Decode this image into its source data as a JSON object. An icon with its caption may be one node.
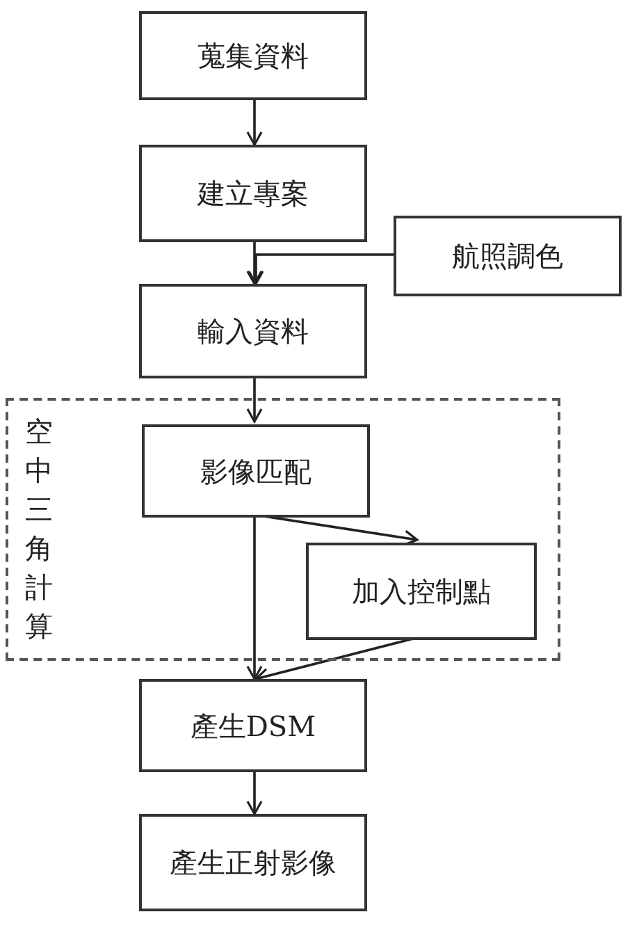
{
  "diagram": {
    "nodes": [
      {
        "text": [
          "蒐集資料"
        ]
      },
      {
        "text": [
          "建立專案"
        ]
      },
      {
        "text": [
          "航照調色"
        ]
      },
      {
        "text": [
          "輸入資料"
        ]
      },
      {
        "text": [
          "空中三角計算"
        ]
      },
      {
        "text": [
          "影像匹配"
        ],
        "in": 4
      },
      {
        "text": [
          "加入控制點"
        ],
        "in": 4
      },
      {
        "text": [
          "產生DSM"
        ]
      },
      {
        "text": [
          "產生正射影像"
        ]
      }
    ],
    "edges": [
      {
        "from": 0,
        "to": 1,
        "arrow": "to"
      },
      {
        "from": 1,
        "to": 3,
        "arrow": "to"
      },
      {
        "from": 2,
        "to": 3,
        "arrow": "to"
      },
      {
        "from": 3,
        "to": 5,
        "arrow": "to"
      },
      {
        "from": 5,
        "to": 6,
        "arrow": "to"
      },
      {
        "from": 5,
        "to": 7,
        "arrow": "to"
      },
      {
        "from": 6,
        "to": 7,
        "arrow": "to"
      },
      {
        "from": 7,
        "to": 8,
        "arrow": "to"
      }
    ]
  }
}
